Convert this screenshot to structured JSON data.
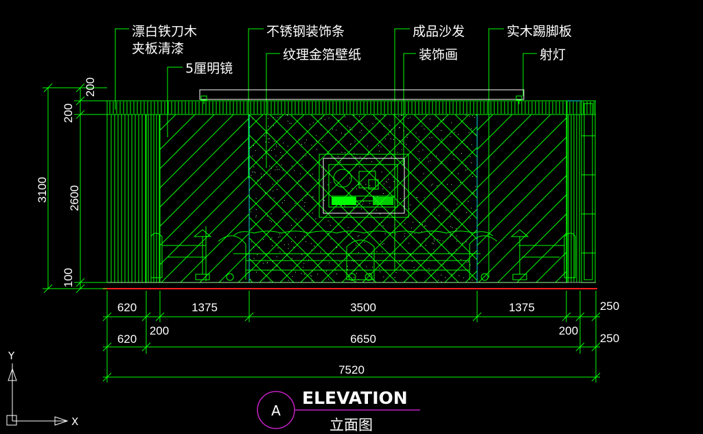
{
  "annotations": {
    "top_left_1": "漂白铁刀木",
    "top_left_2": "夹板清漆",
    "mirror": "5厘明镜",
    "steel_strip": "不锈钢装饰条",
    "wallpaper": "纹理金箔壁纸",
    "sofa": "成品沙发",
    "painting": "装饰画",
    "skirting": "实木踢脚板",
    "spotlight": "射灯"
  },
  "vertical_dims": {
    "overall": "3100",
    "top_offset": "200",
    "ceiling": "200",
    "wall": "2600",
    "base": "100"
  },
  "horizontal_dims": {
    "row1": [
      "620",
      "1375",
      "3500",
      "1375",
      "250"
    ],
    "row2": [
      "620",
      "200",
      "6650",
      "200",
      "250"
    ],
    "total": "7520"
  },
  "title": {
    "marker": "A",
    "main": "ELEVATION",
    "sub": "立面图"
  },
  "ucs": {
    "x_label": "X",
    "y_label": "Y"
  },
  "colors": {
    "lines": "#00ff00",
    "accent": "#00e5e5",
    "text": "#ffffff",
    "floor": "#ff2020",
    "marker": "#c020c0"
  }
}
